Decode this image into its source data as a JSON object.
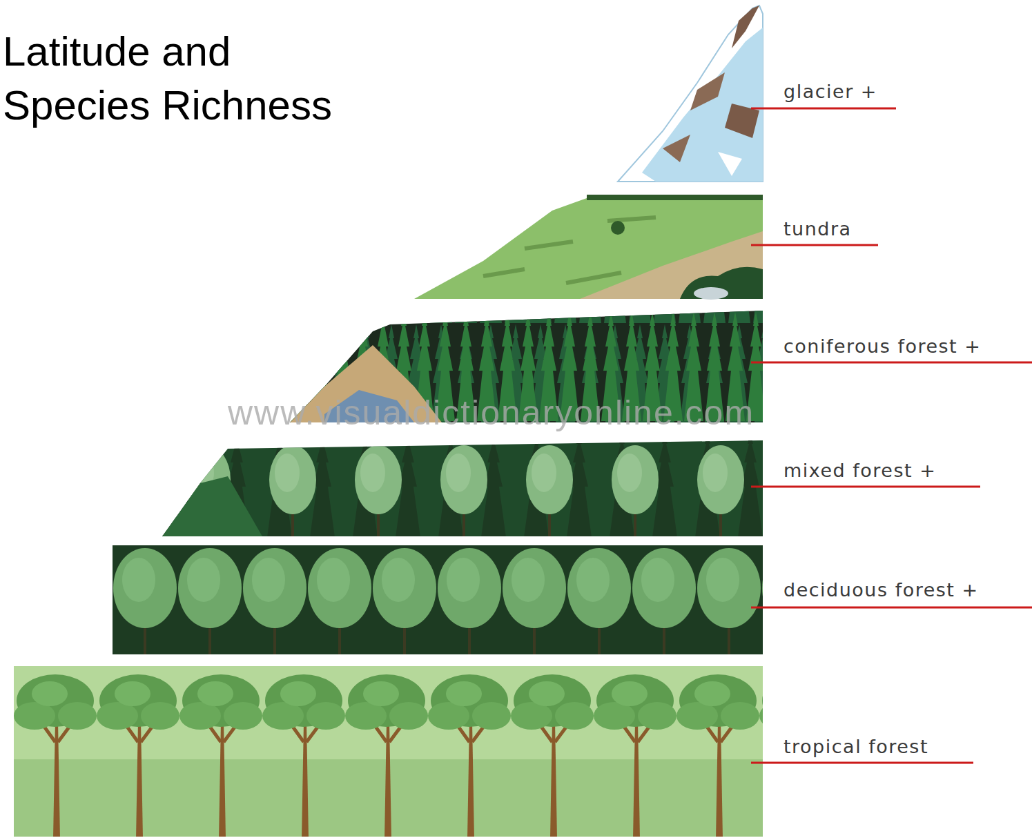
{
  "diagram": {
    "title": "Latitude and Species Richness",
    "labels": [
      "glacier +",
      "tundra",
      "coniferous forest +",
      "www.visualdictionaryonline.com",
      "mixed forest +",
      "deciduous forest +",
      "tropical forest"
    ]
  }
}
